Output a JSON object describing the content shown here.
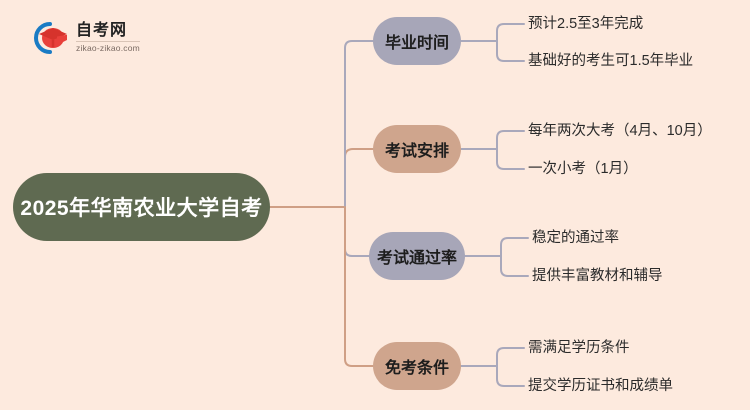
{
  "logo": {
    "title": "自考网",
    "subtitle": "zikao-zikao.com",
    "mark_icon": "graduation-cap-icon",
    "arc_color": "#1a7bc4",
    "cap_color": "#e03a2f"
  },
  "theme": {
    "background": "#fdeade",
    "root_fill": "#5f6a51",
    "root_text": "#ffffff",
    "branch_purple": "#a7a6b8",
    "branch_tan": "#cfa58d",
    "link_purple": "#a9a8bb",
    "link_tan": "#cf9f85",
    "leaf_text": "#2b2b2b"
  },
  "diagram": {
    "type": "mindmap",
    "root": "2025年华南农业大学自考",
    "branches": [
      {
        "label": "毕业时间",
        "color": "#a7a6b8",
        "children": [
          "预计2.5至3年完成",
          "基础好的考生可1.5年毕业"
        ]
      },
      {
        "label": "考试安排",
        "color": "#cfa58d",
        "children": [
          "每年两次大考（4月、10月）",
          "一次小考（1月）"
        ]
      },
      {
        "label": "考试通过率",
        "color": "#a7a6b8",
        "children": [
          "稳定的通过率",
          "提供丰富教材和辅导"
        ]
      },
      {
        "label": "免考条件",
        "color": "#cfa58d",
        "children": [
          "需满足学历条件",
          "提交学历证书和成绩单"
        ]
      }
    ]
  }
}
